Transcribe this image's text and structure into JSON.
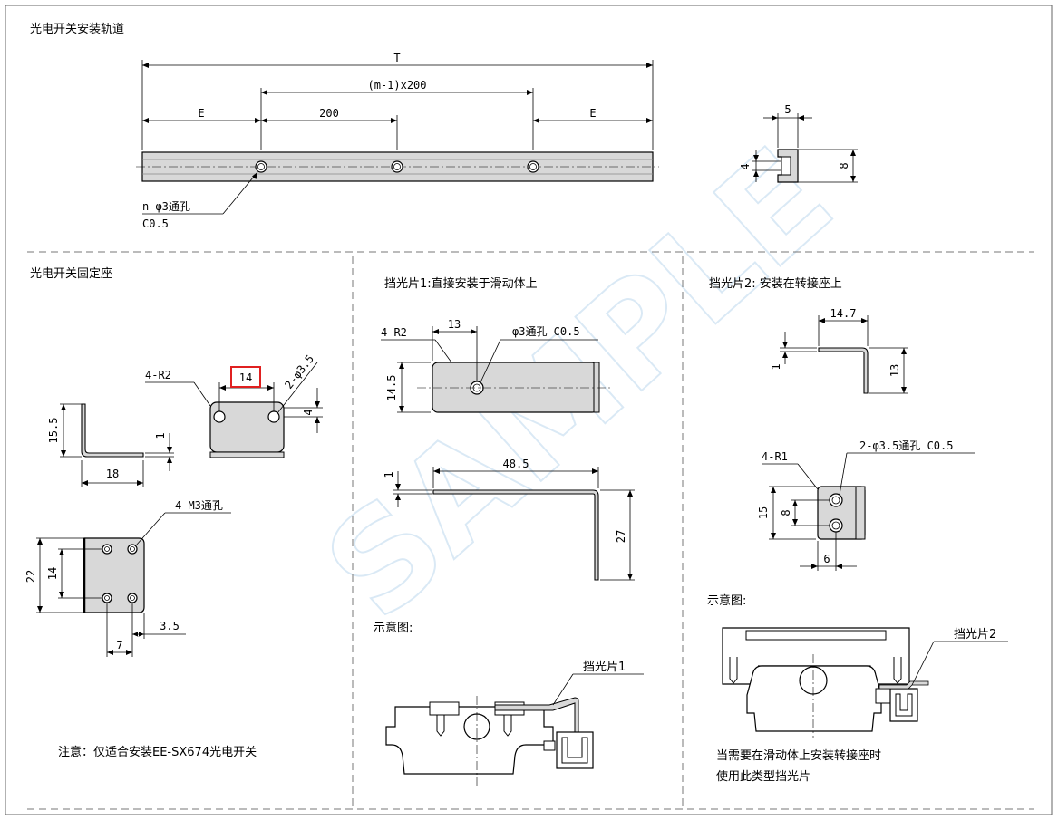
{
  "sections": {
    "rail": {
      "title": "光电开关安装轨道",
      "dim_T": "T",
      "dim_pitch": "(m-1)x200",
      "dim_E_left": "E",
      "dim_200": "200",
      "dim_E_right": "E",
      "hole_note_1": "n-φ3通孔",
      "hole_note_2": "C0.5",
      "section_w": "5",
      "section_slot": "4",
      "section_h": "8"
    },
    "bracket": {
      "title": "光电开关固定座",
      "dim_r": "4-R2",
      "dim_14": "14",
      "dim_holes": "2-φ3.5",
      "dim_4": "4",
      "dim_15_5": "15.5",
      "dim_1": "1",
      "dim_18": "18",
      "dim_m3": "4-M3通孔",
      "dim_22": "22",
      "dim_14b": "14",
      "dim_3_5": "3.5",
      "dim_7": "7",
      "note": "注意：仅适合安装EE-SX674光电开关"
    },
    "shade1": {
      "title": "挡光片1:直接安装于滑动体上",
      "dim_r": "4-R2",
      "dim_13": "13",
      "dim_hole": "φ3通孔 C0.5",
      "dim_14_5": "14.5",
      "dim_1": "1",
      "dim_48_5": "48.5",
      "dim_27": "27",
      "diagram_label": "示意图:",
      "part_label": "挡光片1"
    },
    "shade2": {
      "title": "挡光片2: 安装在转接座上",
      "dim_14_7": "14.7",
      "dim_1": "1",
      "dim_13": "13",
      "dim_holes": "2-φ3.5通孔 C0.5",
      "dim_r": "4-R1",
      "dim_15": "15",
      "dim_8": "8",
      "dim_6": "6",
      "diagram_label": "示意图:",
      "part_label": "挡光片2",
      "note_1": "当需要在滑动体上安装转接座时",
      "note_2": "使用此类型挡光片"
    }
  },
  "colors": {
    "highlight": "#e02020",
    "part_fill": "#d8d8d8",
    "watermark": "#bcd8ee"
  },
  "watermark": "SAMPLE"
}
